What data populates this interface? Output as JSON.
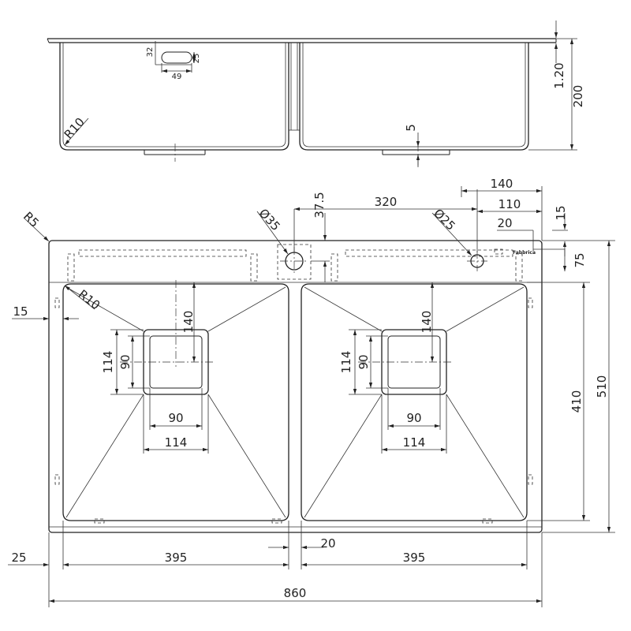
{
  "dimensions": {
    "top_view": {
      "rim_thickness": "1.20",
      "bowl_depth": "200",
      "bottom_step": "5",
      "corner_radius": "R10",
      "overflow_width": "49",
      "overflow_height": "25",
      "overflow_offset": "32"
    },
    "plan_view": {
      "corner_radius_outer": "R5",
      "corner_radius_inner": "R10",
      "tap_hole_1": "Ø35",
      "tap_hole_2": "Ø25",
      "tap_hole_1_offset": "37.5",
      "hole_spacing": "320",
      "hole_2_from_edge_140": "140",
      "hole_2_from_edge_110": "110",
      "edge_15_right": "15",
      "edge_20_right": "20",
      "deck_75": "75",
      "left_rim": "15",
      "drain_offset": "140",
      "drain_inner_h": "90",
      "drain_outer_h": "114",
      "drain_inner_w": "90",
      "drain_outer_w": "114",
      "bowl_depth_410": "410",
      "overall_depth_510": "510",
      "left_edge_25": "25",
      "bowl_width_left": "395",
      "bowl_width_right": "395",
      "divider_20": "20",
      "overall_width": "860"
    }
  },
  "brand_mark": "Fabbrica"
}
